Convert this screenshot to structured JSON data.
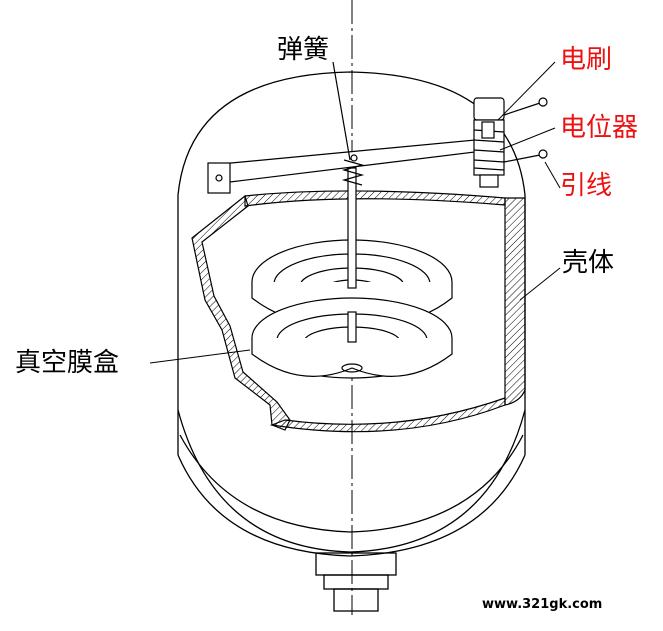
{
  "labels": {
    "spring": "弹簧",
    "brush": "电刷",
    "potentiometer": "电位器",
    "lead_wire": "引线",
    "housing": "壳体",
    "vacuum_capsule": "真空膜盒"
  },
  "watermark": "www.321gk.com",
  "colors": {
    "black_label": "#000000",
    "red_label": "#ee1111",
    "line": "#000000"
  }
}
